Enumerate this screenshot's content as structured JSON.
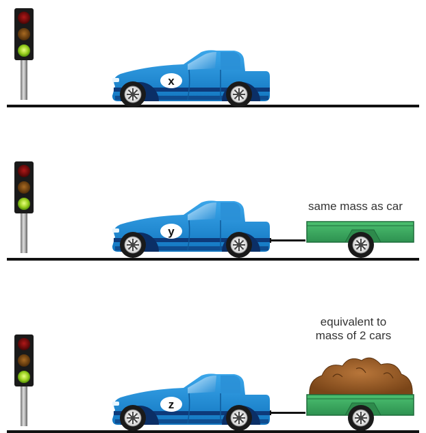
{
  "scenes": [
    {
      "car_label": "x",
      "trailer": "none",
      "annotation": []
    },
    {
      "car_label": "y",
      "trailer": "empty",
      "annotation": [
        "same mass as car"
      ]
    },
    {
      "car_label": "z",
      "trailer": "loaded",
      "annotation": [
        "equivalent to",
        "mass of 2 cars"
      ]
    }
  ],
  "traffic_light": {
    "red": "#6e0a0a",
    "amber": "#7a4a12",
    "green": "#9bd020",
    "housing": "#1a1a1a"
  },
  "colors": {
    "car_body": "#1d8fd6",
    "car_stripe": "#0d3a7a",
    "trailer": "#3aaa5e",
    "load": "#a0612a",
    "road": "#111111"
  }
}
